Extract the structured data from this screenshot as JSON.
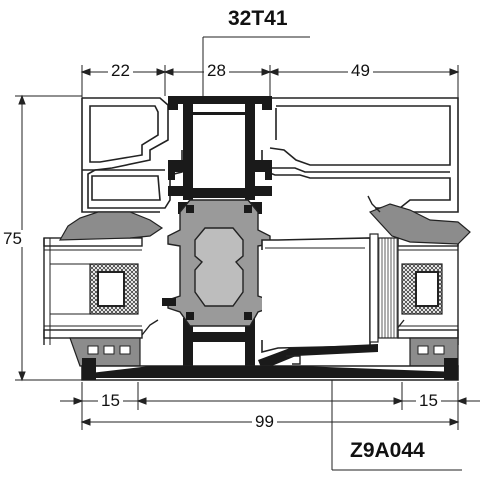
{
  "labels": {
    "profile_top": "32T41",
    "profile_bottom": "Z9A044"
  },
  "dimensions": {
    "top_left": "22",
    "top_mid": "28",
    "top_right": "49",
    "height": "75",
    "bottom_left": "15",
    "bottom_right": "15",
    "total_width": "99"
  }
}
